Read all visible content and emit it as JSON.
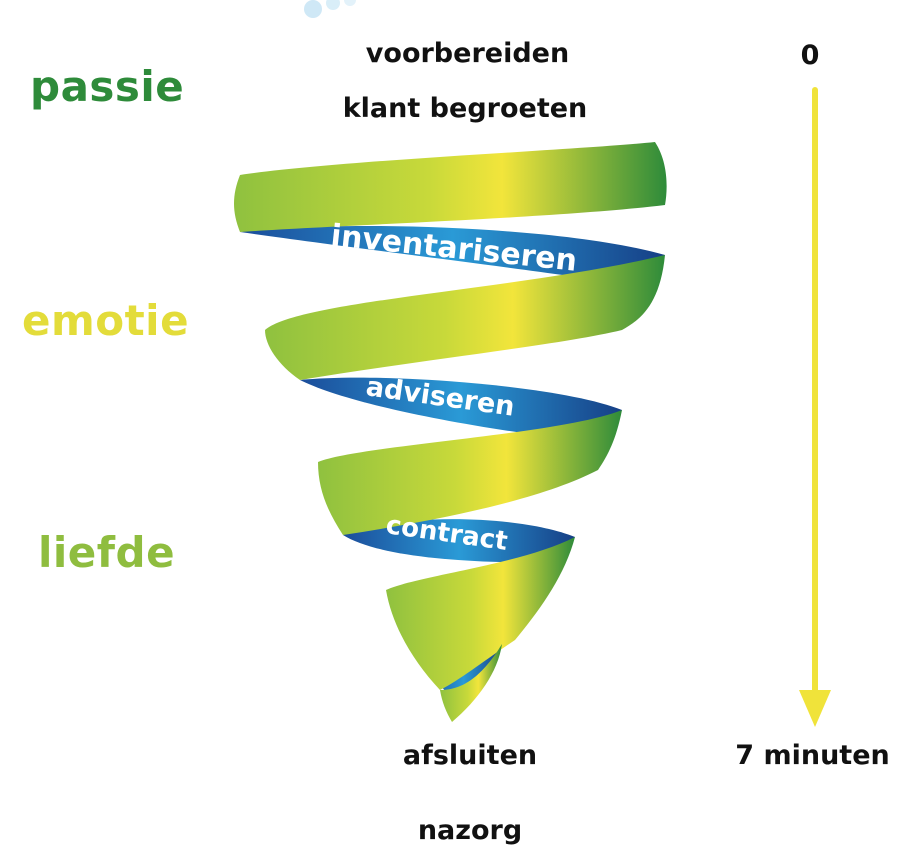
{
  "left_labels": [
    {
      "text": "passie",
      "color": "#2e8b3a"
    },
    {
      "text": "emotie",
      "color": "#e3dc3a"
    },
    {
      "text": "liefde",
      "color": "#8fbd3f"
    }
  ],
  "steps": {
    "top1": "voorbereiden",
    "top2": "klant begroeten",
    "bottom1": "afsluiten",
    "bottom2": "nazorg"
  },
  "funnel_labels": [
    "inventariseren",
    "adviseren",
    "contract"
  ],
  "timeline": {
    "start": "0",
    "end": "7 minuten",
    "arrow_color": "#f0e33a"
  },
  "colors": {
    "green_dark": "#2e8b3a",
    "green_light": "#8fc13f",
    "yellow": "#f2e53b",
    "blue_dark": "#1b4d9a",
    "blue_light": "#2a9ad6"
  }
}
